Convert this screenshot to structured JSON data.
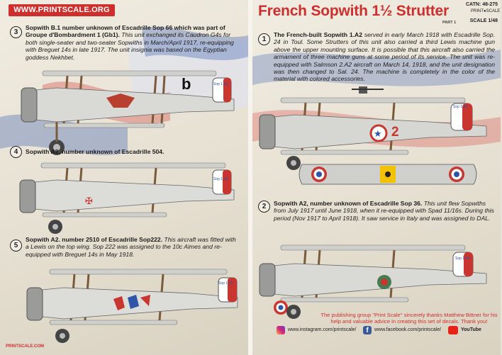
{
  "left_page": {
    "url_banner": "WWW.PRINTSCALE.ORG",
    "logo_text": "PRINTSCALE.COM",
    "sections": [
      {
        "number": "3",
        "bold": "Sopwith B.1 number unknown of Escadrille Sop 66 which was part of Groupe d'Bombardment 1 (Gb1).",
        "italic": "This unit exchanged its Caudron G4s for both single-seater and two-seater Sopwiths in March/April 1917, re-equipping  with Breguet 14s in late 1917. The unit insignia was based on the Egyptian goddess Nekhbet."
      },
      {
        "number": "4",
        "bold": "Sopwith A2, number unknown of Escadrille 504.",
        "italic": ""
      },
      {
        "number": "5",
        "bold": "Sopwith A2. number 2510 of Escadrille Sop222.",
        "italic": "This aircraft was fitted with a Lewis on the top wing. Sop 222 was assigned to the 10c Aimes and re-equipped with Breguet 14s in May 1918."
      }
    ],
    "aircraft_marks": {
      "p3_code": "b",
      "p3_tail": "Sop 1-A2",
      "p4_tail": "Sop 1-A2",
      "p5_tail": "Sop 1-A2"
    }
  },
  "right_page": {
    "title": "French Sopwith 1½ Strutter",
    "part": "PART 1",
    "catn": "CATN: 48-275",
    "brand": "PRINT●SCALE",
    "scale": "SCALE 1/48",
    "sections": [
      {
        "number": "1",
        "bold": "The French-built Sopwith 1.A2",
        "italic": "served in early March 1918 with Escadrille Sop. 24 in Toul. Some Strutters of this unit also carried a third Lewis machine gun above the upper mounting surface. It is possible that this aircraft also carried the armament of three machine guns at some period of its service. The unit was re-equipped with Salmson 2.A2 aircraft on March 14, 1918, and the unit designation was then changed to Sal. 24. The machine is completely in the color of the material with colored accessories."
      },
      {
        "number": "2",
        "bold": "Sopwith A2, number unknown of Escadrille Sop 36.",
        "italic": "This unit flew Sopwiths from July 1917 until June 1918, when it re-equipped with Spad 11/16s. During this period (Nov 1917 to April 1918). It saw service in Italy and was assigned to DAL."
      }
    ],
    "aircraft_marks": {
      "p1_number": "2",
      "p1_tail": "Sop 1-A2",
      "p2_tail": "Sop 1-A2"
    },
    "thanks": "The publishing group \"Print Scale\" sincerely thanks Matthew Bittner for his help and valuable advice in creating this set of decals. Thank you!",
    "social": {
      "instagram": "www.instagram.com/printscale/",
      "facebook": "www.facebook.com/printscale/",
      "youtube": "YouTube"
    }
  },
  "colors": {
    "accent_red": "#cf2f2c",
    "french_blue": "#2d55a8",
    "aircraft_silver": "#c8c9c5"
  }
}
